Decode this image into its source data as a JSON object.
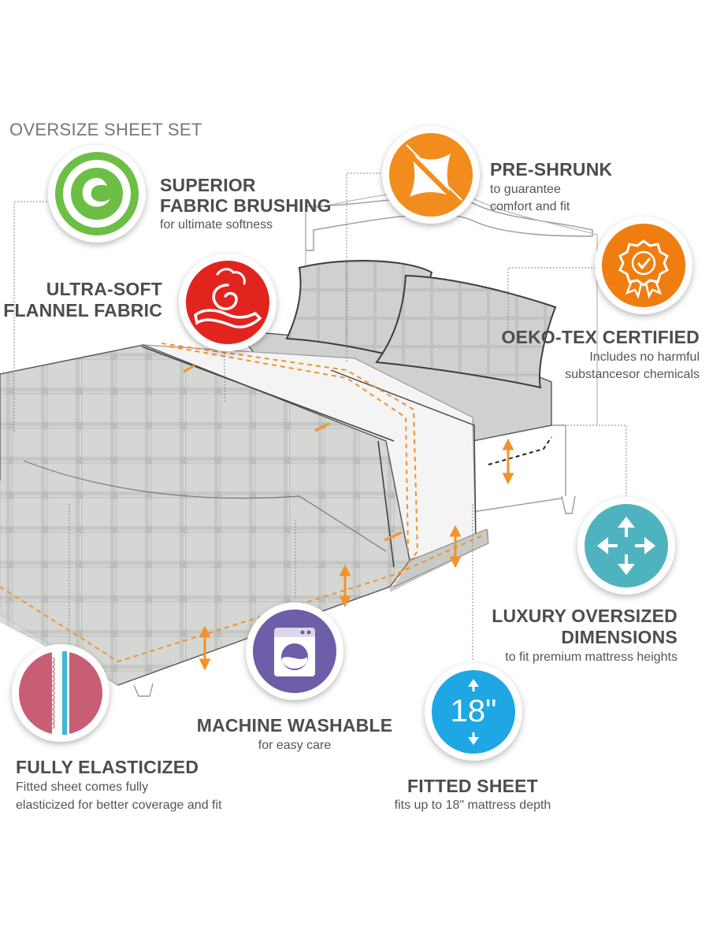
{
  "page_title": "OVERSIZE SHEET SET",
  "colors": {
    "brushing": "#6cbe45",
    "flannel": "#e2241f",
    "preshrunk": "#f28c1c",
    "oekotex": "#ef7d10",
    "dimensions": "#4fb3bf",
    "washable": "#6e5da8",
    "fitted": "#1ea7e4",
    "elasticized": "#c85e74",
    "guide_line": "#f3922a"
  },
  "features": {
    "brushing": {
      "icon": "swirl-c-icon",
      "title_line1": "SUPERIOR",
      "title_line2": "FABRIC BRUSHING",
      "desc": "for ultimate softness"
    },
    "flannel": {
      "icon": "hand-swirl-icon",
      "title_line1": "ULTRA-SOFT",
      "title_line2": "FLANNEL FABRIC"
    },
    "preshrunk": {
      "icon": "shrunk-fabric-icon",
      "title": "PRE-SHRUNK",
      "desc_line1": "to guarantee",
      "desc_line2": "comfort and fit"
    },
    "oekotex": {
      "icon": "certified-badge-icon",
      "title": "OEKO-TEX CERTIFIED",
      "desc_line1": "Includes no harmful",
      "desc_line2": "substancesor chemicals"
    },
    "dimensions": {
      "icon": "expand-arrows-icon",
      "title_line1": "LUXURY OVERSIZED",
      "title_line2": "DIMENSIONS",
      "desc": "to fit premium mattress heights"
    },
    "washable": {
      "icon": "washing-machine-icon",
      "title": "MACHINE WASHABLE",
      "desc": "for easy care"
    },
    "fitted": {
      "icon": "depth-18-icon",
      "icon_text": "18\"",
      "title": "FITTED SHEET",
      "desc": "fits up to 18\" mattress depth"
    },
    "elasticized": {
      "icon": "elastic-band-icon",
      "title": "FULLY ELASTICIZED",
      "desc_line1": "Fitted sheet comes fully",
      "desc_line2": "elasticized for better coverage and fit"
    }
  }
}
